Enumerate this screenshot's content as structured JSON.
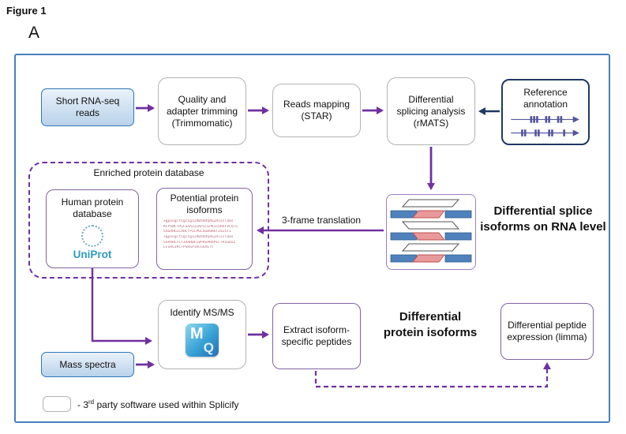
{
  "figure": {
    "label": "Figure 1",
    "panel": "A"
  },
  "nodes": {
    "short_rna": "Short RNA-seq reads",
    "trimming": "Quality and adapter trimming (Trimmomatic)",
    "mapping": "Reads mapping (STAR)",
    "splicing": "Differential splicing analysis (rMATS)",
    "reference": "Reference annotation",
    "enriched_db": "Enriched protein database",
    "human_db": "Human protein database",
    "uniprot_logo": "UniProt",
    "potential_isoforms": "Potential protein isoforms",
    "translation_label": "3-frame translation",
    "rna_caption": "Differential splice isoforms on RNA level",
    "identify_ms": "Identify MS/MS",
    "mq_m": "M",
    "mq_q": "Q",
    "mass_spectra": "Mass spectra",
    "extract": "Extract isoform-specific peptides",
    "protein_caption": "Differential protein isoforms",
    "limma": "Differential peptide expression (limma)"
  },
  "sequences": {
    "lines": [
      ">gpsngltsgcsgIZ905R4QAG2Aiscl4os",
      "KFPSNCTRSCSAAZICKPICEPKICGRAFVCQTS",
      "SSGXHGICAHCTPICPGCSGDSRGTZSISTI",
      ">gpsngltsgcsgIZ905R4QAG2Aiscl4os",
      "SSPAHCTCTIAAHQFIVPASPRSPICTPIGHIL",
      "LFSAGIKCTPSHSPIRCGSAETC"
    ]
  },
  "legend": {
    "pre": "- 3",
    "sup": "rd",
    "post": " party software used within Splicify"
  },
  "colors": {
    "frame": "#4a7ebb",
    "blue_fill": "#cfe0f1",
    "blue_border": "#2e75b6",
    "gray_border": "#b3b3b3",
    "purple": "#7030a0",
    "purple_soft": "#8064a2",
    "navy": "#1f3864",
    "exon_blue": "#4f81bd",
    "red_exon": "#e06666",
    "uniprot_teal": "#2d9bbf"
  }
}
